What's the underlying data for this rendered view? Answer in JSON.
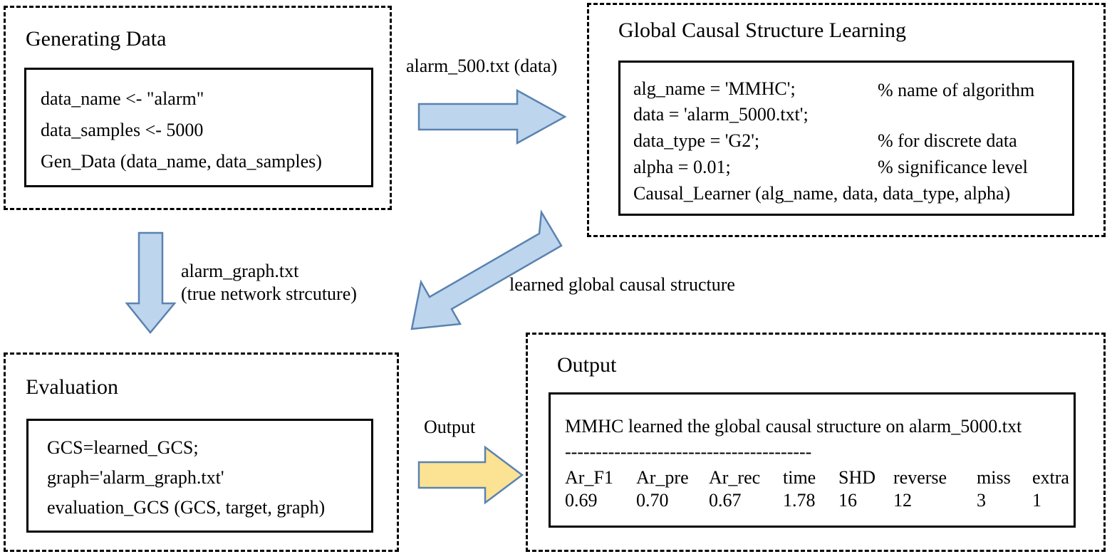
{
  "panels": {
    "generating_data": {
      "title": "Generating Data",
      "code": [
        "data_name <- \"alarm\"",
        "data_samples <- 5000",
        "Gen_Data (data_name, data_samples)"
      ]
    },
    "global_causal_structure_learning": {
      "title": "Global Causal Structure Learning",
      "code": [
        "alg_name = 'MMHC';",
        "data = 'alarm_5000.txt';",
        "data_type = 'G2';",
        "alpha = 0.01;",
        "Causal_Learner (alg_name, data, data_type, alpha)"
      ],
      "comments": [
        "% name of algorithm",
        "",
        "% for discrete data",
        "% significance level",
        ""
      ]
    },
    "evaluation": {
      "title": "Evaluation",
      "code": [
        "GCS=learned_GCS;",
        "graph='alarm_graph.txt'",
        "evaluation_GCS (GCS, target, graph)"
      ]
    },
    "output": {
      "title": "Output",
      "headline": "MMHC learned the global causal structure on alarm_5000.txt",
      "separator": "----------------------------------------",
      "table": {
        "headers": [
          "Ar_F1",
          "Ar_pre",
          "Ar_rec",
          "time",
          "SHD",
          "reverse",
          "miss",
          "extra"
        ],
        "values": [
          "0.69",
          "0.70",
          "0.67",
          "1.78",
          "16",
          "12",
          "3",
          "1"
        ]
      }
    }
  },
  "arrows": {
    "data_to_learning": {
      "label": "alarm_500.txt (data)",
      "fill": "#bdd5ed",
      "stroke": "#5a83b0"
    },
    "graph_to_evaluation": {
      "label_line1": "alarm_graph.txt",
      "label_line2": "(true network strcuture)",
      "fill": "#bdd5ed",
      "stroke": "#5a83b0"
    },
    "learning_to_evaluation": {
      "label": "learned global causal structure",
      "fill": "#bdd5ed",
      "stroke": "#5a83b0"
    },
    "evaluation_to_output": {
      "label": "Output",
      "fill": "#fce293",
      "stroke": "#5a83b0"
    }
  }
}
